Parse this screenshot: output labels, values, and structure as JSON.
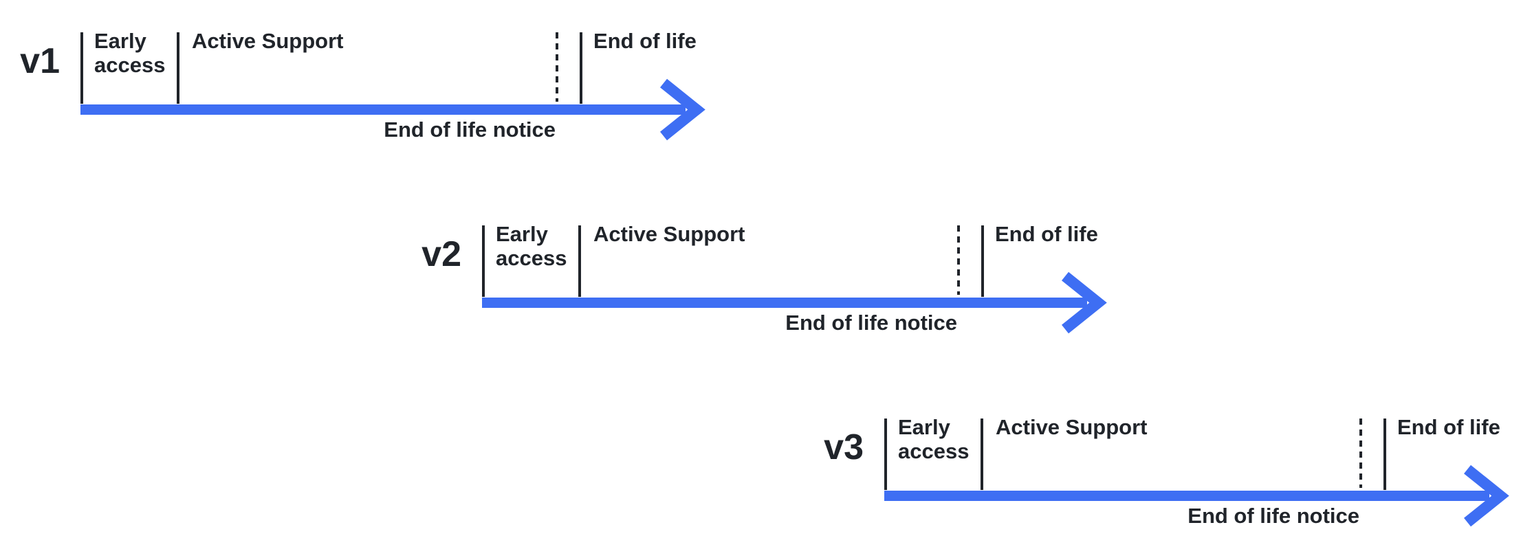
{
  "colors": {
    "accent_blue": "#3e6ef3",
    "ink": "#20242a",
    "background": "#ffffff"
  },
  "timelines": [
    {
      "version": "v1",
      "early_access": "Early access",
      "active_support": "Active Support",
      "end_of_life": "End of life",
      "eol_notice": "End of life notice"
    },
    {
      "version": "v2",
      "early_access": "Early access",
      "active_support": "Active Support",
      "end_of_life": "End of life",
      "eol_notice": "End of life notice"
    },
    {
      "version": "v3",
      "early_access": "Early access",
      "active_support": "Active Support",
      "end_of_life": "End of life",
      "eol_notice": "End of life notice"
    }
  ]
}
